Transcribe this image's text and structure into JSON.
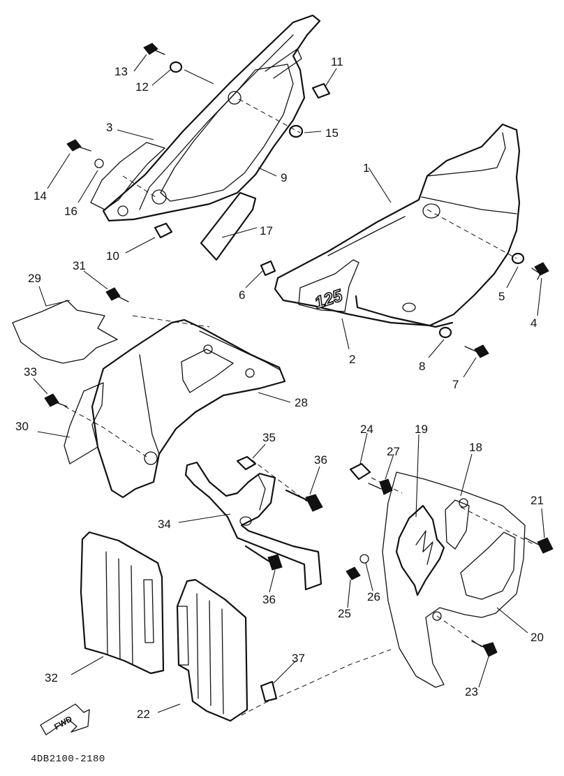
{
  "labels": {
    "n1": "1",
    "n2": "2",
    "n3": "3",
    "n4": "4",
    "n5": "5",
    "n6": "6",
    "n7": "7",
    "n8": "8",
    "n9": "9",
    "n10": "10",
    "n11": "11",
    "n12": "12",
    "n13": "13",
    "n14": "14",
    "n15": "15",
    "n16": "16",
    "n17": "17",
    "n18": "18",
    "n19": "19",
    "n20": "20",
    "n21": "21",
    "n22": "22",
    "n23": "23",
    "n24": "24",
    "n25": "25",
    "n26": "26",
    "n27": "27",
    "n28": "28",
    "n29": "29",
    "n30": "30",
    "n31": "31",
    "n32": "32",
    "n33": "33",
    "n34": "34",
    "n35": "35",
    "n36a": "36",
    "n36b": "36",
    "n37": "37"
  },
  "decal_text": "125",
  "fwd_arrow_text": "FWD",
  "diagram_code": "4DB2100-2180"
}
